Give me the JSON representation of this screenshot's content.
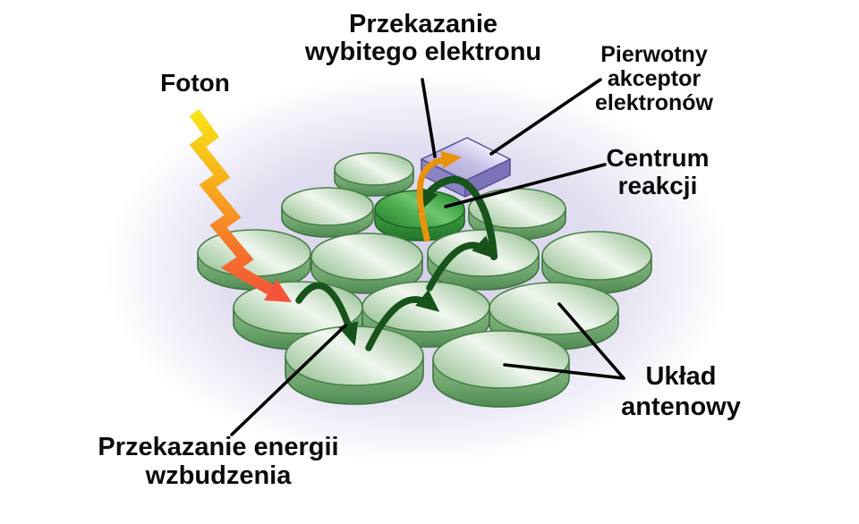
{
  "labels": {
    "photon": "Foton",
    "ejected_electron_transfer": {
      "line1": "Przekazanie",
      "line2": "wybitego elektronu"
    },
    "primary_acceptor": {
      "line1": "Pierwotny",
      "line2": "akceptor",
      "line3": "elektronów"
    },
    "reaction_center": {
      "line1": "Centrum",
      "line2": "reakcji"
    },
    "antenna_system": {
      "line1": "Układ",
      "line2": "antenowy"
    },
    "excitation_energy_transfer": {
      "line1": "Przekazanie energii",
      "line2": "wzbudzenia"
    }
  },
  "icons": {
    "photon_bolt": "lightning-zigzag-arrow",
    "acceptor_box": "purple-3d-cube",
    "antenna_disk": "light-green-cylinder-disk",
    "reaction_center_disk": "dark-green-cylinder-disk",
    "energy_arcs": "curved-dark-green-arrows",
    "electron_arrow": "curved-orange-arrow",
    "pointer_lines": "black-leader-lines"
  },
  "counts": {
    "antenna_disks": 12,
    "reaction_center_disks": 1
  },
  "colors": {
    "background": "#ffffff",
    "glow_lavender": "#cbc4e6",
    "disk_top_light": "#d7e8d5",
    "disk_side_green": "#6ea56d",
    "disk_outline": "#3e7540",
    "reaction_center_green": "#2a8430",
    "acceptor_purple_top": "#c7c1e7",
    "acceptor_purple_side": "#7b72b8",
    "arrow_green": "#17531b",
    "arrow_orange": "#e8930c",
    "bolt_yellow": "#f9e414",
    "bolt_red": "#f55a36",
    "pointer_black": "#000000"
  }
}
